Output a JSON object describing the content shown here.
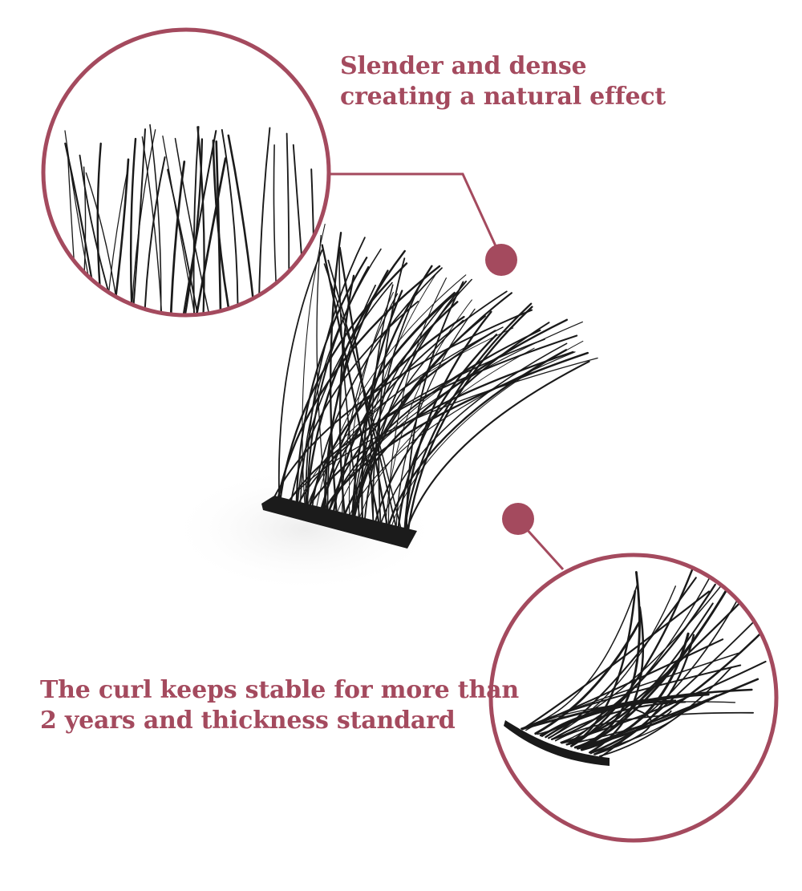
{
  "callouts": [
    {
      "lines": [
        "Slender and dense",
        "creating a natural effect"
      ]
    },
    {
      "lines": [
        "The curl keeps stable for more than",
        "2 years and thickness standard"
      ]
    }
  ],
  "colors": {
    "accent": "#a44a5e",
    "lash": "#1a1a1a",
    "background": "#ffffff"
  },
  "image": {
    "subject": "eyelash-extension-cluster"
  }
}
